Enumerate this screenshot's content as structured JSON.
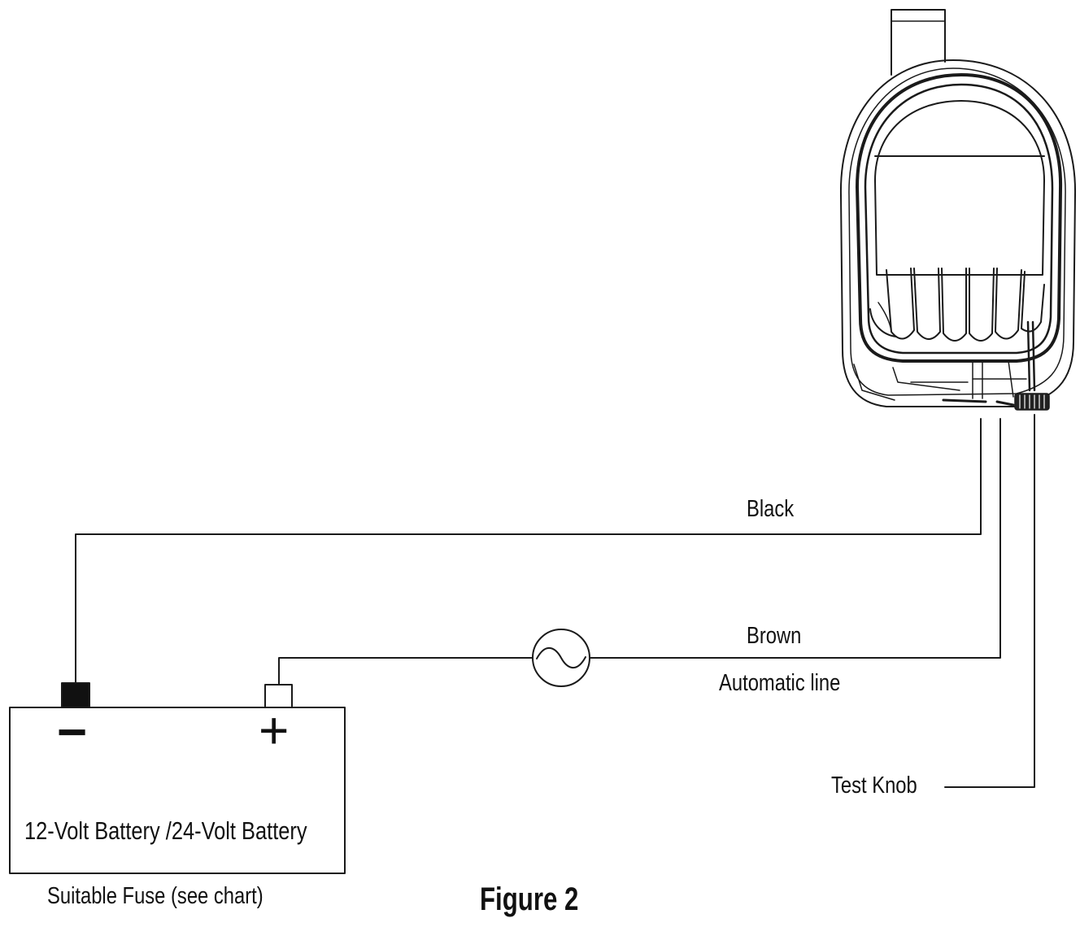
{
  "labels": {
    "black": "Black",
    "brown": "Brown",
    "automatic_line": "Automatic  line",
    "test_knob": "Test Knob",
    "battery": "12-Volt Battery /24-Volt Battery",
    "fuse": "Suitable Fuse (see chart)",
    "figure": "Figure 2"
  },
  "battery_terminals": {
    "negative": "−",
    "positive": "+"
  },
  "colors": {
    "line": "#1a1a1a",
    "text": "#111111",
    "negative_terminal": "#111111",
    "background": "#ffffff"
  },
  "icons": [
    "bilge-pump-icon",
    "fuse-icon",
    "battery-icon"
  ]
}
